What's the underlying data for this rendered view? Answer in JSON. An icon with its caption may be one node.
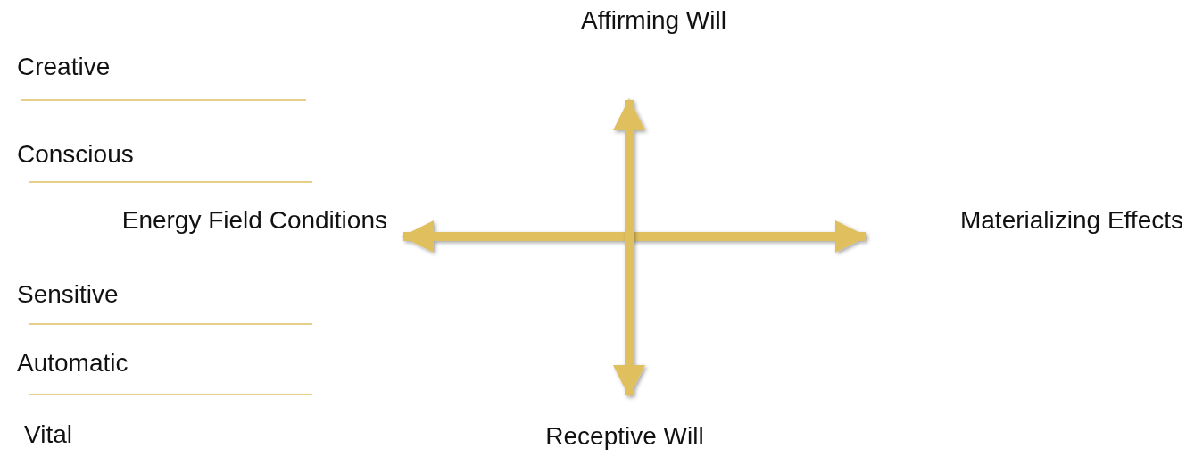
{
  "diagram": {
    "nodes": [
      {
        "text": [
          "Affirming Will"
        ]
      },
      {
        "text": [
          "Energy Field Conditions"
        ]
      },
      {
        "text": [
          "Materializing Effects"
        ]
      },
      {
        "text": [
          "Receptive Will"
        ]
      }
    ],
    "edges": [
      {
        "from": 1,
        "to": 2,
        "arrow": "both"
      },
      {
        "from": 0,
        "to": 3,
        "arrow": "both"
      }
    ],
    "labels": [
      "Creative",
      "Conscious",
      "Sensitive",
      "Automatic",
      "Vital"
    ]
  }
}
